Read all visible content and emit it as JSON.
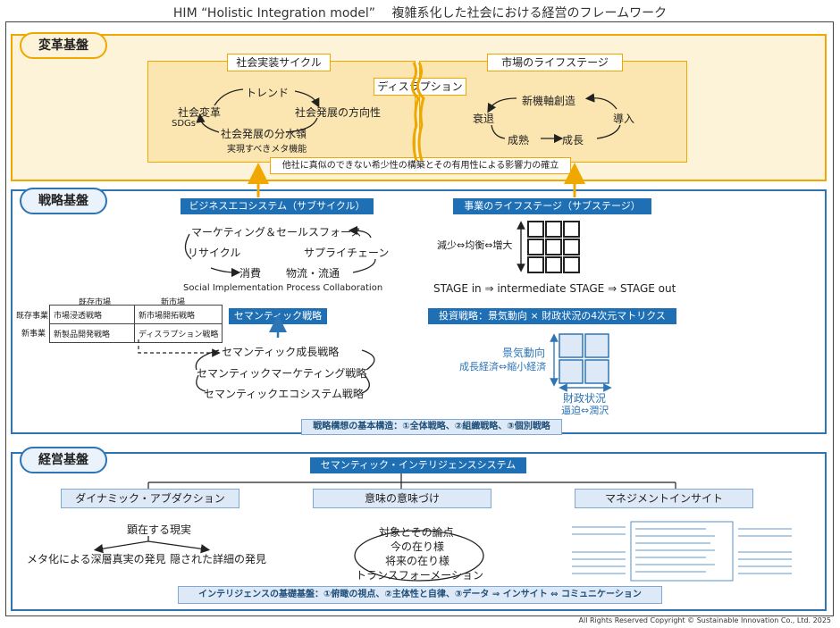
{
  "title": "HIM “Holistic Integration model”　 複雑系化した社会における経営のフレームワーク",
  "copyright": "All Rights Reserved Copyright © Sustainable Innovation Co., Ltd. 2025",
  "sec1": {
    "label": "変革基盤",
    "cycle_title": "社会実装サイクル",
    "trend": "トレンド",
    "social_change": "社会変革",
    "sdgs": "SDGs",
    "direction": "社会発展の方向性",
    "watershed": "社会発展の分水嶺",
    "meta": "実現すべきメタ機能",
    "disruption": "ディスラプション",
    "life_title": "市場のライフステージ",
    "creation": "新機軸創造",
    "decline": "衰退",
    "introduction": "導入",
    "maturity": "成熟",
    "growth": "成長",
    "bottom": "他社に真似のできない希少性の構築とその有用性による影響力の確立"
  },
  "sec2": {
    "label": "戦略基盤",
    "eco_title": "ビジネスエコシステム（サブサイクル）",
    "marketing": "マーケティング＆セールスフォース",
    "recycle": "リサイクル",
    "supply": "サプライチェーン",
    "consumption": "消費",
    "logistics": "物流・流通",
    "spc": "Social Implementation Process Collaboration",
    "matrix_col1": "既存市場",
    "matrix_col2": "新市場",
    "matrix_row1": "既存事業",
    "matrix_row2": "新事業",
    "cell11": "市場浸透戦略",
    "cell12": "新市場開拓戦略",
    "cell21": "新製品開発戦略",
    "cell22": "ディスラプション戦略",
    "semantic_strategy": "セマンティック戦略",
    "growth_strategy": "セマンティック成長戦略",
    "marketing_strategy": "セマンティックマーケティング戦略",
    "eco_strategy": "セマンティックエコシステム戦略",
    "stage_title": "事業のライフステージ（サブステージ）",
    "stage_axis": "減少⇔均衡⇔増大",
    "stage_flow": "STAGE in ⇒ intermediate STAGE ⇒ STAGE out",
    "invest": "投資戦略：景気動向 × 財政状況の4次元マトリクス",
    "economy": "景気動向",
    "economy_sub": "成長経済⇔縮小経済",
    "finance": "財政状況",
    "finance_sub": "逼迫⇔潤沢",
    "bottom": "戦略構想の基本構造：①全体戦略、②組織戦略、③個別戦略"
  },
  "sec3": {
    "label": "経営基盤",
    "system": "セマンティック・インテリジェンスシステム",
    "dyn": "ダイナミック・アブダクション",
    "apparent": "顕在する現実",
    "meta_find": "メタ化による深層真実の発見",
    "hidden_find": "隠された詳細の発見",
    "meaning": "意味の意味づけ",
    "m1": "対象とその論点",
    "m2": "今の在り様",
    "m3": "将来の在り様",
    "m4": "トランスフォーメーション",
    "mgmt": "マネジメントインサイト",
    "bottom": "インテリジェンスの基礎基盤：①俯瞰の視点、②主体性と自律、③データ ⇒ インサイト ⇔ コミュニケーション"
  },
  "colors": {
    "orange": "#f0a800",
    "blue": "#2e75b6",
    "dark_blue": "#1f6fb5",
    "cream": "#fdf3d9"
  }
}
